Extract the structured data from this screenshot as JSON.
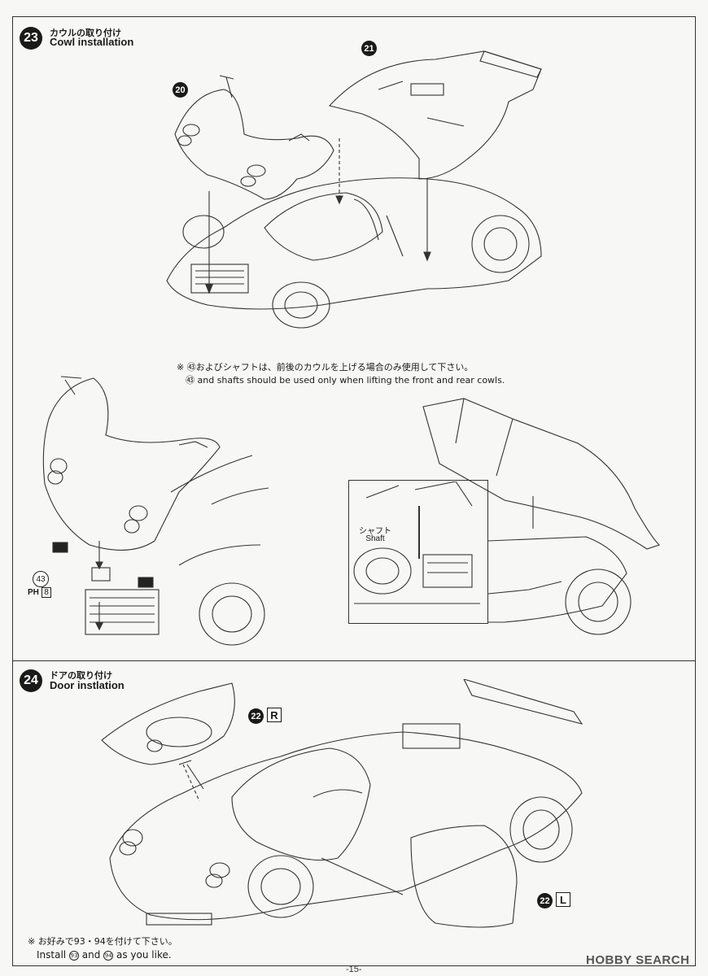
{
  "step23": {
    "number": "23",
    "title_jp": "カウルの取り付け",
    "title_en": "Cowl installation",
    "part_front": "20",
    "part_rear": "21"
  },
  "note_43": {
    "jp": "※ ㊸およびシャフトは、前後のカウルを上げる場合のみ使用して下さい。",
    "en": "㊸ and shafts should be used only when lifting the front and rear cowls.",
    "part": "43",
    "ph_prefix": "PH",
    "ph_num": "8",
    "shaft_jp": "シャフト",
    "shaft_en": "Shaft"
  },
  "step24": {
    "number": "24",
    "title_jp": "ドアの取り付け",
    "title_en": "Door instlation",
    "right_door_part": "22",
    "right_side": "R",
    "left_door_part": "22",
    "left_side": "L"
  },
  "note_93": {
    "jp": "※ お好みで93・94を付けて下さい。",
    "en_prefix": "Install",
    "part_a": "93",
    "en_mid": "and",
    "part_b": "94",
    "en_suffix": "as you like."
  },
  "footer": {
    "page": "-15-",
    "watermark": "HOBBY SEARCH"
  }
}
